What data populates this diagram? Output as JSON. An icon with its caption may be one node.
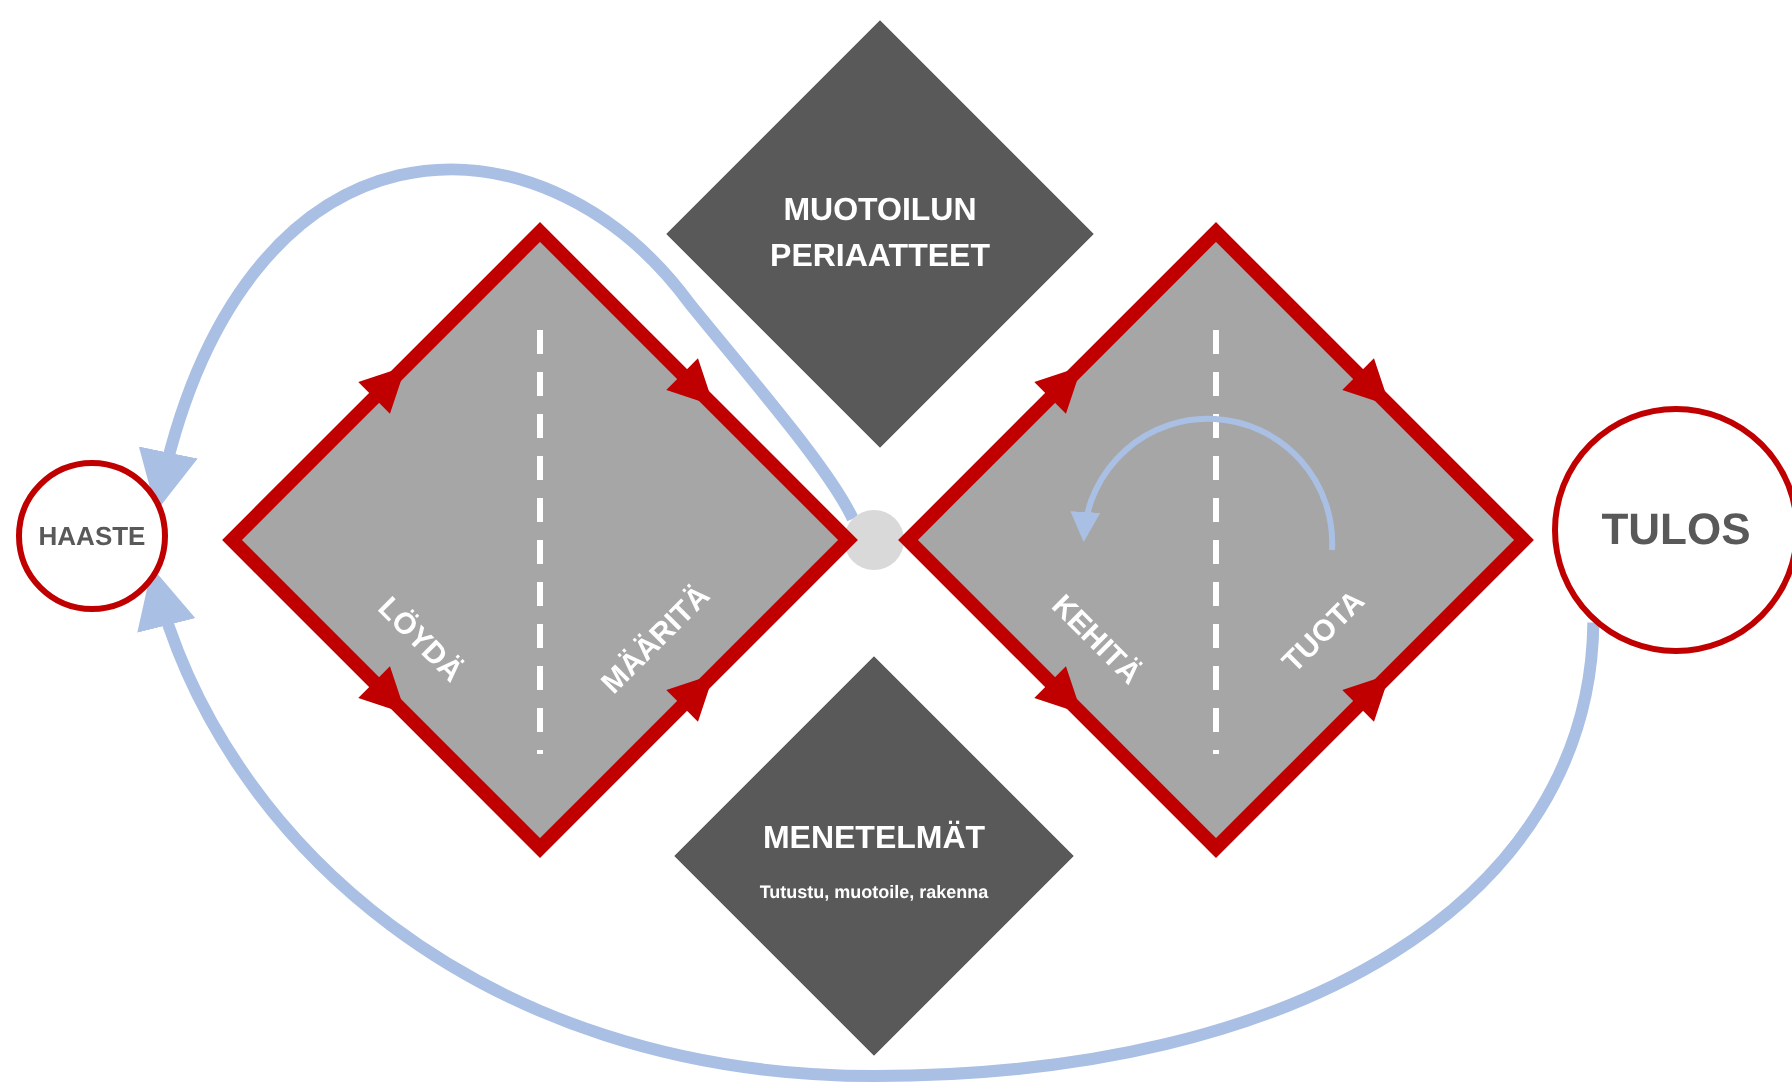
{
  "diagram": {
    "nodes": [
      {
        "text": [
          "HAASTE"
        ]
      },
      {
        "text": [
          "LÖYDÄ",
          "MÄÄRITÄ"
        ]
      },
      {
        "text": [
          "MUOTOILUN PERIAATTEET"
        ]
      },
      {
        "text": [],
        "shape": "circle"
      },
      {
        "text": [
          "KEHITÄ",
          "TUOTA"
        ]
      },
      {
        "text": [
          "MENETELMÄT",
          "Tutustu, muotoile, rakenna"
        ]
      },
      {
        "text": [
          "TULOS"
        ]
      }
    ],
    "edges": [
      {
        "from": 3,
        "to": 0,
        "arrow": "to"
      },
      {
        "from": 6,
        "to": 0,
        "arrow": "to"
      }
    ]
  }
}
